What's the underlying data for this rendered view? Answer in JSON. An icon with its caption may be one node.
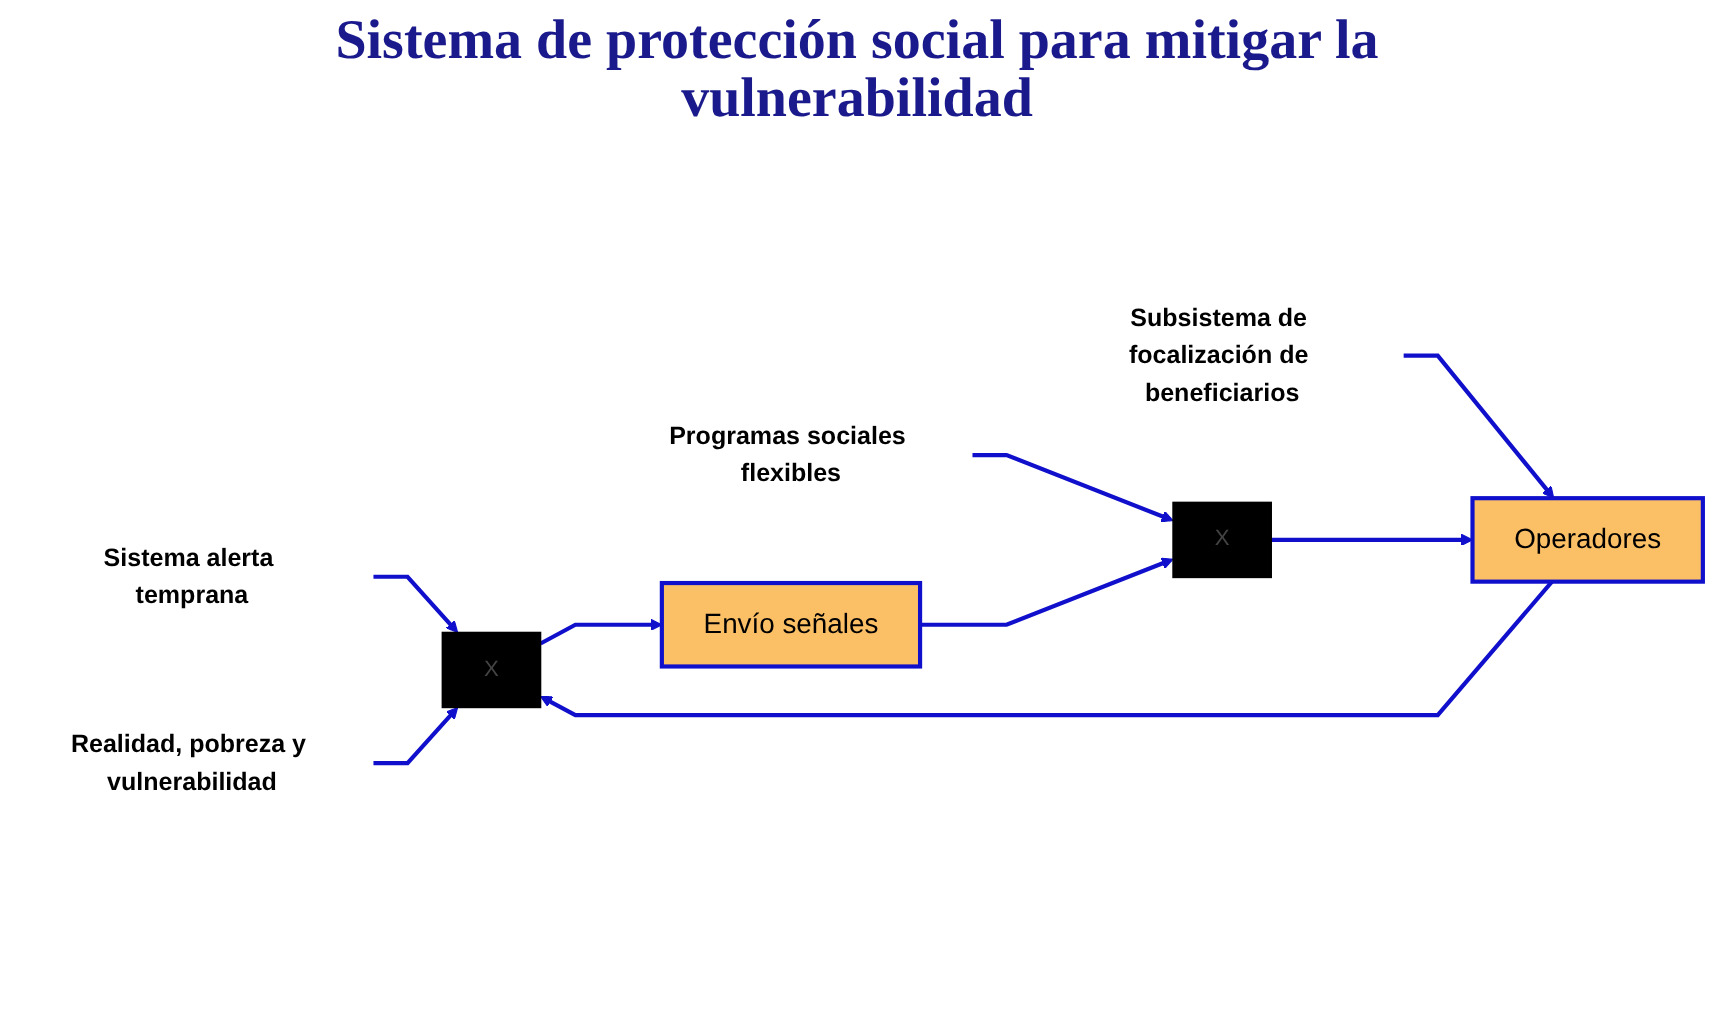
{
  "diagram": {
    "title": "Sistema de protección social para mitigar la vulnerabilidad",
    "nodes": [
      {
        "text": [
          "Sistema alerta temprana"
        ]
      },
      {
        "text": [
          "Subsistema de focalización de beneficiarios"
        ]
      },
      {
        "text": [
          "Programas sociales flexibles"
        ]
      },
      {
        "text": [
          "X"
        ]
      },
      {
        "text": [
          "Operadores"
        ]
      },
      {
        "text": [
          "X"
        ]
      },
      {
        "text": [
          "Realidad, pobreza y vulnerabilidad"
        ]
      },
      {
        "text": [
          "Envío señales"
        ]
      }
    ],
    "edges": [
      {
        "from": 0,
        "to": 3,
        "arrow": "to"
      },
      {
        "from": 1,
        "to": 4,
        "arrow": "to"
      },
      {
        "from": 2,
        "to": 5,
        "arrow": "to"
      },
      {
        "from": 6,
        "to": 3,
        "arrow": "to"
      },
      {
        "from": 5,
        "to": 4,
        "arrow": "to"
      },
      {
        "from": 4,
        "to": 3,
        "arrow": "to"
      },
      {
        "from": 3,
        "to": 7,
        "arrow": "to"
      },
      {
        "from": 7,
        "to": 5,
        "arrow": "to"
      }
    ]
  }
}
